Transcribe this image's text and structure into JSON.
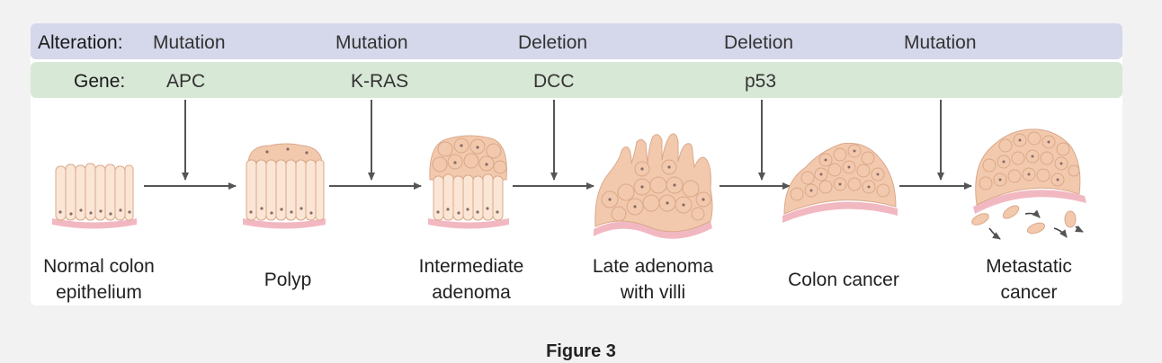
{
  "rows": {
    "alteration_label": "Alteration:",
    "gene_label": "Gene:"
  },
  "steps": [
    {
      "alteration": "Mutation",
      "gene": "APC"
    },
    {
      "alteration": "Mutation",
      "gene": "K-RAS"
    },
    {
      "alteration": "Deletion",
      "gene": "DCC"
    },
    {
      "alteration": "Deletion",
      "gene": "p53"
    },
    {
      "alteration": "Mutation",
      "gene": ""
    }
  ],
  "stages": [
    {
      "line1": "Normal colon",
      "line2": "epithelium"
    },
    {
      "line1": "Polyp",
      "line2": ""
    },
    {
      "line1": "Intermediate",
      "line2": "adenoma"
    },
    {
      "line1": "Late adenoma",
      "line2": "with villi"
    },
    {
      "line1": "Colon cancer",
      "line2": ""
    },
    {
      "line1": "Metastatic",
      "line2": "cancer"
    }
  ],
  "caption": "Figure 3",
  "colors": {
    "alteration_band": "#d5d8ea",
    "gene_band": "#d8e8d6",
    "cell_fill": "#f3c9ad",
    "cell_light": "#fbe6d6",
    "basement": "#f2b8c2",
    "arrow": "#555555"
  }
}
